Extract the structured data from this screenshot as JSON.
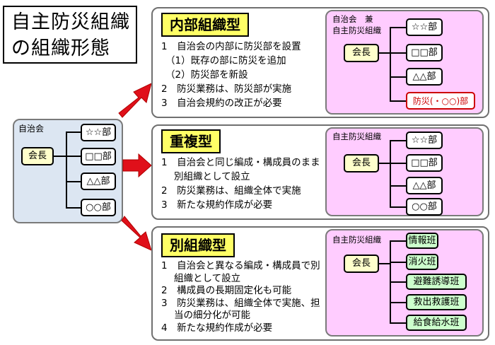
{
  "title": [
    "自主防災組織",
    "の組織形態"
  ],
  "left_org": {
    "label": "自治会",
    "head": "会長",
    "depts": [
      "☆☆部",
      "□□部",
      "△△部",
      "○○部"
    ]
  },
  "panels": [
    {
      "type_label": "内部組織型",
      "lines": [
        "1　自治会の内部に防災部を設置",
        "（1）既存の部に防災を追加",
        "（2）防災部を新設",
        "2　防災業務は、防災部が実施",
        "3　自治会規約の改正が必要"
      ],
      "org_label": [
        "自治会　兼",
        "自主防災組織"
      ],
      "head": "会長",
      "depts": [
        "☆☆部",
        "□□部",
        "△△部"
      ],
      "extra_dept": "防災(・○○)部"
    },
    {
      "type_label": "重複型",
      "lines": [
        "1　自治会と同じ編成・構成員のまま",
        "別組織として設立",
        "2　防災業務は、組織全体で実施",
        "3　新たな規約作成が必要"
      ],
      "org_label": [
        "自主防災組織"
      ],
      "head": "会長",
      "depts": [
        "☆☆部",
        "□□部",
        "△△部",
        "○○部"
      ]
    },
    {
      "type_label": "別組織型",
      "lines": [
        "1　自治会と異なる編成・構成員で別",
        "組織として設立",
        "2　構成員の長期固定化も可能",
        "3　防災業務は、組織全体で実施、担",
        "当の細分化が可能",
        "4　新たな規約作成が必要"
      ],
      "org_label": [
        "自主防災組織"
      ],
      "head": "会長",
      "depts": [
        "情報班",
        "消火班",
        "避難誘導班",
        "救出救護班",
        "給食給水班"
      ]
    }
  ],
  "colors": {
    "left_bg": "#dce6f2",
    "pink_bg": "#ffccff",
    "label_bg": "#ffff66",
    "arrow": "#e0101a",
    "head_bg": "#ffffcc",
    "green_bg": "#ccffcc",
    "red_text": "#cc0000"
  }
}
